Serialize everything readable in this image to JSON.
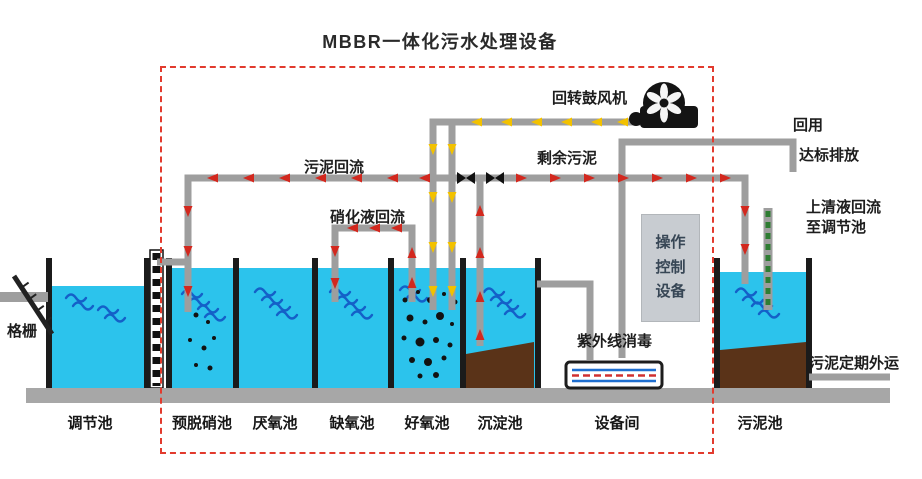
{
  "title": "MBBR一体化污水处理设备",
  "labels": {
    "blower": "回转鼓风机",
    "sludge_return": "污泥回流",
    "excess_sludge": "剩余污泥",
    "nitrification_return": "硝化液回流",
    "reuse": "回用",
    "standard_discharge": "达标排放",
    "supernatant_return": "上清液回流至调节池",
    "uv_disinfection": "紫外线消毒",
    "screen": "格栅",
    "sludge_out": "污泥定期外运",
    "control_equipment": "操作控制设备"
  },
  "tanks": [
    {
      "label": "调节池"
    },
    {
      "label": "预脱硝池"
    },
    {
      "label": "厌氧池"
    },
    {
      "label": "缺氧池"
    },
    {
      "label": "好氧池"
    },
    {
      "label": "沉淀池"
    },
    {
      "label": "设备间"
    },
    {
      "label": "污泥池"
    }
  ],
  "colors": {
    "water": "#2cc3ec",
    "wave": "#1460c8",
    "pipe": "#9e9e9e",
    "air_arrow": "#f2c100",
    "sludge_arrow": "#d2281e",
    "sediment": "#5a3318",
    "supernatant_pipe": "#2e7d32",
    "boundary_dashed": "#e23b2e",
    "ground": "#a7a7a7"
  }
}
